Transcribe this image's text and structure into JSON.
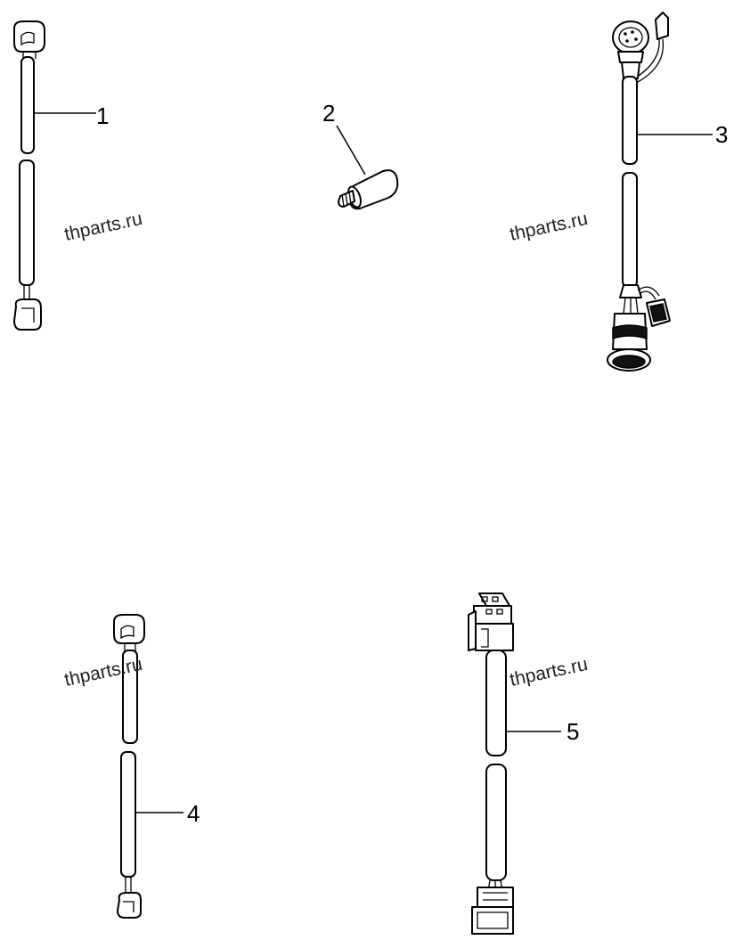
{
  "callouts": {
    "part1": "1",
    "part2": "2",
    "part3": "3",
    "part4": "4",
    "part5": "5"
  },
  "watermarks": [
    "thparts.ru",
    "thparts.ru",
    "thparts.ru",
    "thparts.ru"
  ]
}
